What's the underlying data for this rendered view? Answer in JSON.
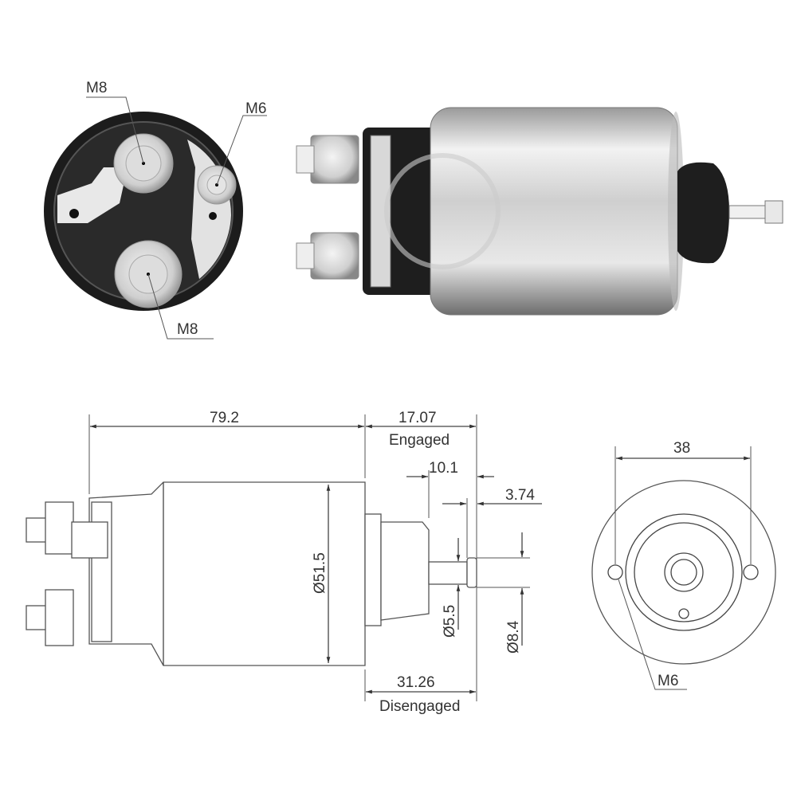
{
  "photo_labels": {
    "terminal_top": "M8",
    "terminal_small": "M6",
    "terminal_bottom": "M8"
  },
  "side_view": {
    "body_length": "79.2",
    "engaged_length": "17.07",
    "engaged_label": "Engaged",
    "plunger_offset": "10.1",
    "tip_length": "3.74",
    "body_diameter": "Ø51.5",
    "shaft_diameter": "Ø5.5",
    "tip_diameter": "Ø8.4",
    "disengaged_length": "31.26",
    "disengaged_label": "Disengaged"
  },
  "end_view": {
    "mount_spacing": "38",
    "mount_thread": "M6"
  },
  "colors": {
    "line": "#444444",
    "metal_light": "#e6e6e6",
    "metal_dark": "#8a8a8a",
    "cap_dark": "#1e1e1e"
  }
}
